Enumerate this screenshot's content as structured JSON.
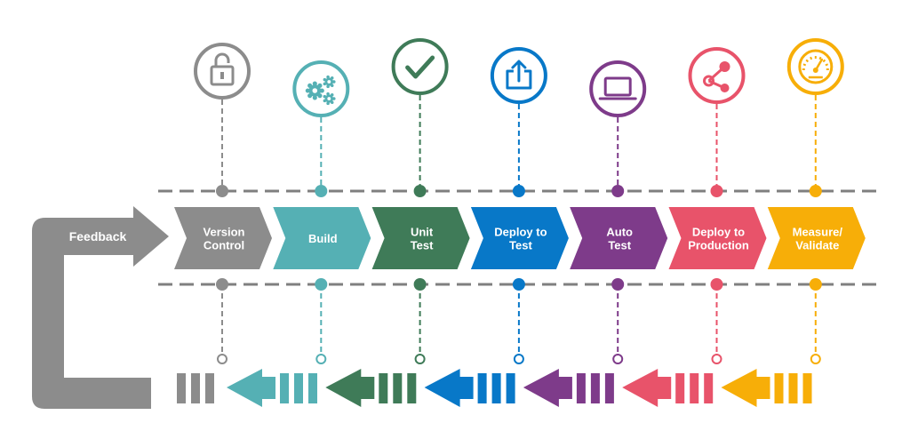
{
  "feedback": {
    "label": "Feedback",
    "color": "#8c8c8c"
  },
  "line_color": "#7f7f7f",
  "stages": [
    {
      "id": "version-control",
      "label_lines": [
        "Version",
        "Control"
      ],
      "color": "#8c8c8c",
      "icon": "padlock-icon"
    },
    {
      "id": "build",
      "label_lines": [
        "Build"
      ],
      "color": "#55b0b4",
      "icon": "gears-icon"
    },
    {
      "id": "unit-test",
      "label_lines": [
        "Unit",
        "Test"
      ],
      "color": "#3f7b58",
      "icon": "checkmark-icon"
    },
    {
      "id": "deploy-to-test",
      "label_lines": [
        "Deploy to",
        "Test"
      ],
      "color": "#0878c8",
      "icon": "upload-icon"
    },
    {
      "id": "auto-test",
      "label_lines": [
        "Auto",
        "Test"
      ],
      "color": "#7e3b8a",
      "icon": "laptop-icon"
    },
    {
      "id": "deploy-to-production",
      "label_lines": [
        "Deploy to",
        "Production"
      ],
      "color": "#e8536a",
      "icon": "share-icon"
    },
    {
      "id": "measure-validate",
      "label_lines": [
        "Measure/",
        "Validate"
      ],
      "color": "#f7ae08",
      "icon": "speedometer-icon"
    }
  ]
}
